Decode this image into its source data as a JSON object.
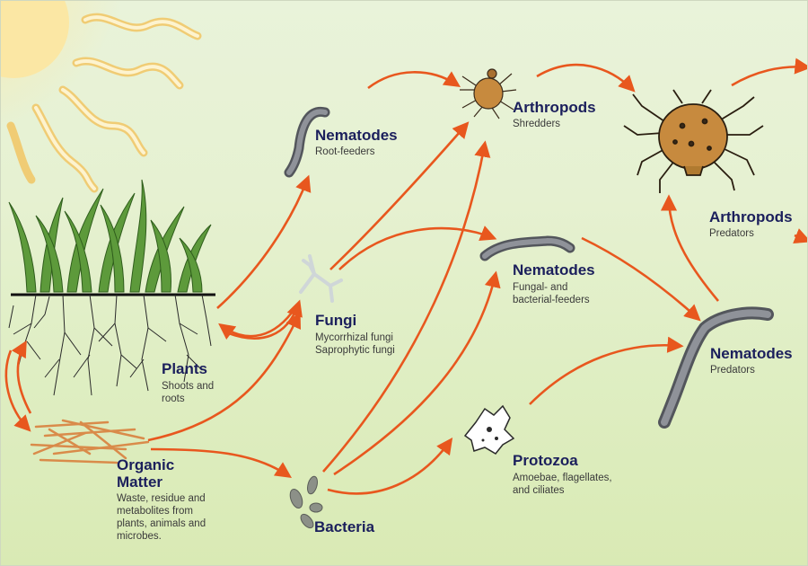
{
  "nodes": {
    "plants": {
      "title": "Plants",
      "desc": [
        "Shoots and",
        "roots"
      ]
    },
    "organic_matter": {
      "title": [
        "Organic",
        "Matter"
      ],
      "desc": [
        "Waste, residue and",
        "metabolites from",
        "plants, animals and",
        "microbes."
      ]
    },
    "bacteria": {
      "title": "Bacteria"
    },
    "fungi": {
      "title": "Fungi",
      "desc": [
        "Mycorrhizal fungi",
        "Saprophytic fungi"
      ]
    },
    "nematodes_root": {
      "title": "Nematodes",
      "desc": [
        "Root-feeders"
      ]
    },
    "nematodes_feeders": {
      "title": "Nematodes",
      "desc": [
        "Fungal- and",
        "bacterial-feeders"
      ]
    },
    "protozoa": {
      "title": "Protozoa",
      "desc": [
        "Amoebae, flagellates,",
        "and ciliates"
      ]
    },
    "arthropods_shredders": {
      "title": "Arthropods",
      "desc": [
        "Shredders"
      ]
    },
    "arthropods_predators": {
      "title": "Arthropods",
      "desc": [
        "Predators"
      ]
    },
    "nematodes_predators": {
      "title": "Nematodes",
      "desc": [
        "Predators"
      ]
    }
  },
  "colors": {
    "arrow": "#e8571e",
    "title_text": "#1b1f5c",
    "sun": "#fbe39a",
    "grass": "#4f8a30",
    "worm": "#7c7f86",
    "mite": "#c78a3e"
  }
}
